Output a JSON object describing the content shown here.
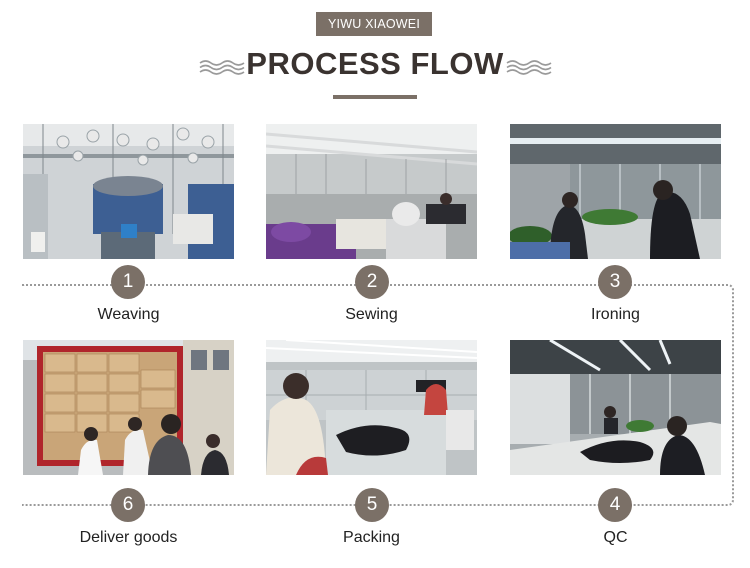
{
  "header": {
    "brand": "YIWU XIAOWEI",
    "title": "PROCESS FLOW"
  },
  "colors": {
    "accent": "#7b7067",
    "title": "#3a3330",
    "dotted_line": "#9a9a9a"
  },
  "steps": [
    {
      "number": "1",
      "label": "Weaving"
    },
    {
      "number": "2",
      "label": "Sewing"
    },
    {
      "number": "3",
      "label": "Ironing"
    },
    {
      "number": "4",
      "label": "QC"
    },
    {
      "number": "5",
      "label": "Packing"
    },
    {
      "number": "6",
      "label": "Deliver goods"
    }
  ]
}
